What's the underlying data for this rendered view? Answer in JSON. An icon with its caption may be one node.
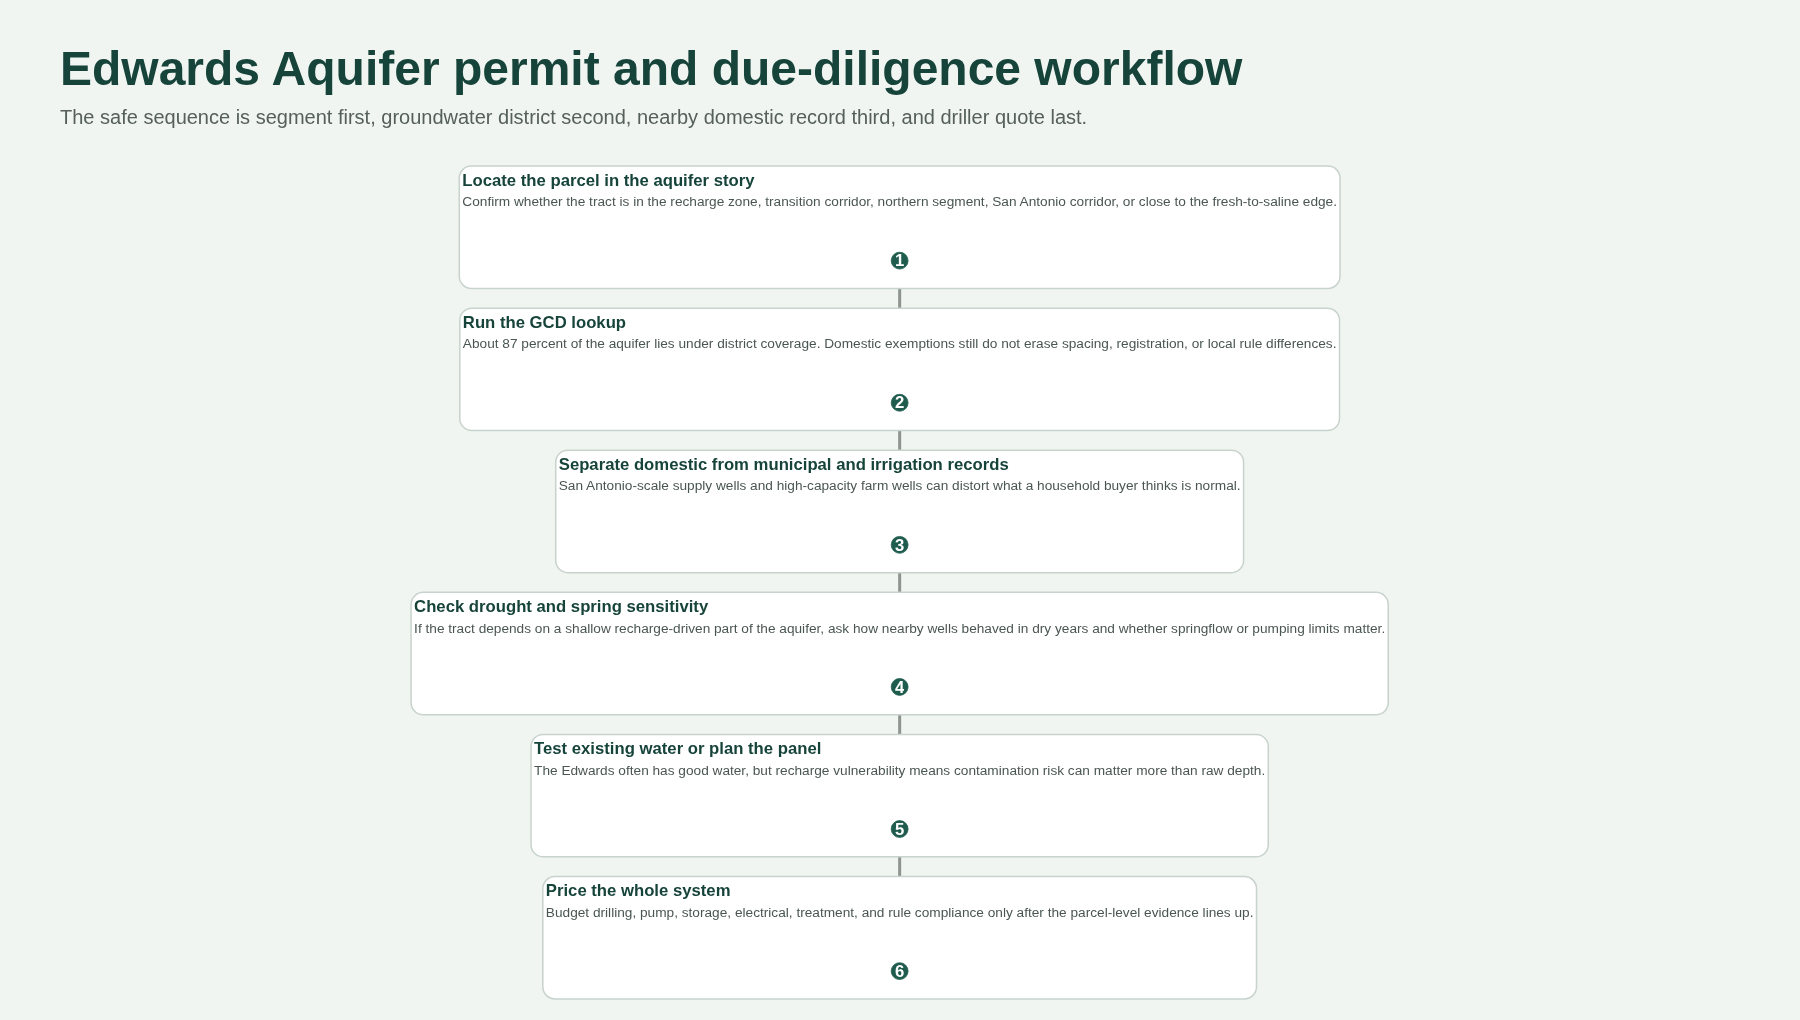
{
  "diagram": {
    "title": "Edwards Aquifer permit and due-diligence workflow",
    "nodes": [
      {
        "text": [
          "Locate the parcel in the aquifer story",
          "Confirm whether the tract is in the recharge zone, transition corridor, northern segment, San Antonio corridor, or close to the fresh-to-saline edge."
        ]
      },
      {
        "text": [
          "1"
        ],
        "in": 0
      },
      {
        "text": [
          "Run the GCD lookup",
          "About 87 percent of the aquifer lies under district coverage. Domestic exemptions still do not erase spacing, registration, or local rule differences."
        ]
      },
      {
        "text": [
          "2"
        ],
        "in": 2
      },
      {
        "text": [
          "Separate domestic from municipal and irrigation records",
          "San Antonio-scale supply wells and high-capacity farm wells can distort what a household buyer thinks is normal."
        ]
      },
      {
        "text": [
          "3"
        ],
        "in": 4
      },
      {
        "text": [
          "Check drought and spring sensitivity",
          "If the tract depends on a shallow recharge-driven part of the aquifer, ask how nearby wells behaved in dry years and whether springflow or pumping limits matter."
        ]
      },
      {
        "text": [
          "4"
        ],
        "in": 6
      },
      {
        "text": [
          "Test existing water or plan the panel",
          "The Edwards often has good water, but recharge vulnerability means contamination risk can matter more than raw depth."
        ]
      },
      {
        "text": [
          "5"
        ],
        "in": 8
      },
      {
        "text": [
          "Price the whole system",
          "Budget drilling, pump, storage, electrical, treatment, and rule compliance only after the parcel-level evidence lines up."
        ]
      },
      {
        "text": [
          "6"
        ],
        "in": 10
      }
    ],
    "edges": [
      {
        "from": 0,
        "to": 2,
        "arrow": "none"
      },
      {
        "from": 2,
        "to": 4,
        "arrow": "none"
      },
      {
        "from": 4,
        "to": 6,
        "arrow": "none"
      },
      {
        "from": 6,
        "to": 8,
        "arrow": "none"
      },
      {
        "from": 8,
        "to": 10,
        "arrow": "none"
      }
    ],
    "labels": [
      "The safe sequence is segment first, groundwater district second, nearby domestic record third, and driller quote last."
    ]
  }
}
